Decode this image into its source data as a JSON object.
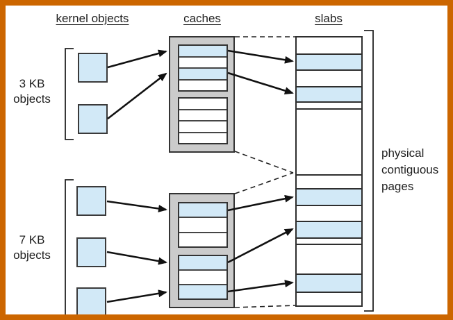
{
  "colors": {
    "frame": "#cc6600",
    "object_fill": "#d2e9f7",
    "cache_fill": "#cbcbcb",
    "ink": "#1f1f1f"
  },
  "headers": {
    "kernel_objects": "kernel objects",
    "caches": "caches",
    "slabs": "slabs"
  },
  "groups": [
    {
      "size": "3 KB",
      "word": "objects",
      "objects": 2
    },
    {
      "size": "7 KB",
      "word": "objects",
      "objects": 3
    }
  ],
  "caches": [
    {
      "slabs": [
        {
          "rows": [
            "filled",
            "empty",
            "filled",
            "empty"
          ]
        },
        {
          "rows": [
            "empty",
            "empty",
            "empty",
            "empty"
          ]
        }
      ]
    },
    {
      "slabs": [
        {
          "rows": [
            "filled",
            "empty",
            "empty"
          ]
        },
        {
          "rows": [
            "filled",
            "empty",
            "filled"
          ]
        }
      ]
    }
  ],
  "slab_column": {
    "segments": [
      {
        "h": 23,
        "state": "empty"
      },
      {
        "h": 23,
        "state": "filled"
      },
      {
        "h": 24,
        "state": "empty"
      },
      {
        "h": 22,
        "state": "filled"
      },
      {
        "h": 10,
        "state": "empty"
      },
      {
        "h": 95,
        "state": "empty"
      },
      {
        "h": 20,
        "state": "empty"
      },
      {
        "h": 24,
        "state": "filled"
      },
      {
        "h": 23,
        "state": "empty"
      },
      {
        "h": 24,
        "state": "filled"
      },
      {
        "h": 9,
        "state": "empty"
      },
      {
        "h": 43,
        "state": "empty"
      },
      {
        "h": 26,
        "state": "filled"
      },
      {
        "h": 20,
        "state": "empty"
      }
    ]
  },
  "side_label": {
    "lines": [
      "physical",
      "contiguous",
      "pages"
    ]
  }
}
